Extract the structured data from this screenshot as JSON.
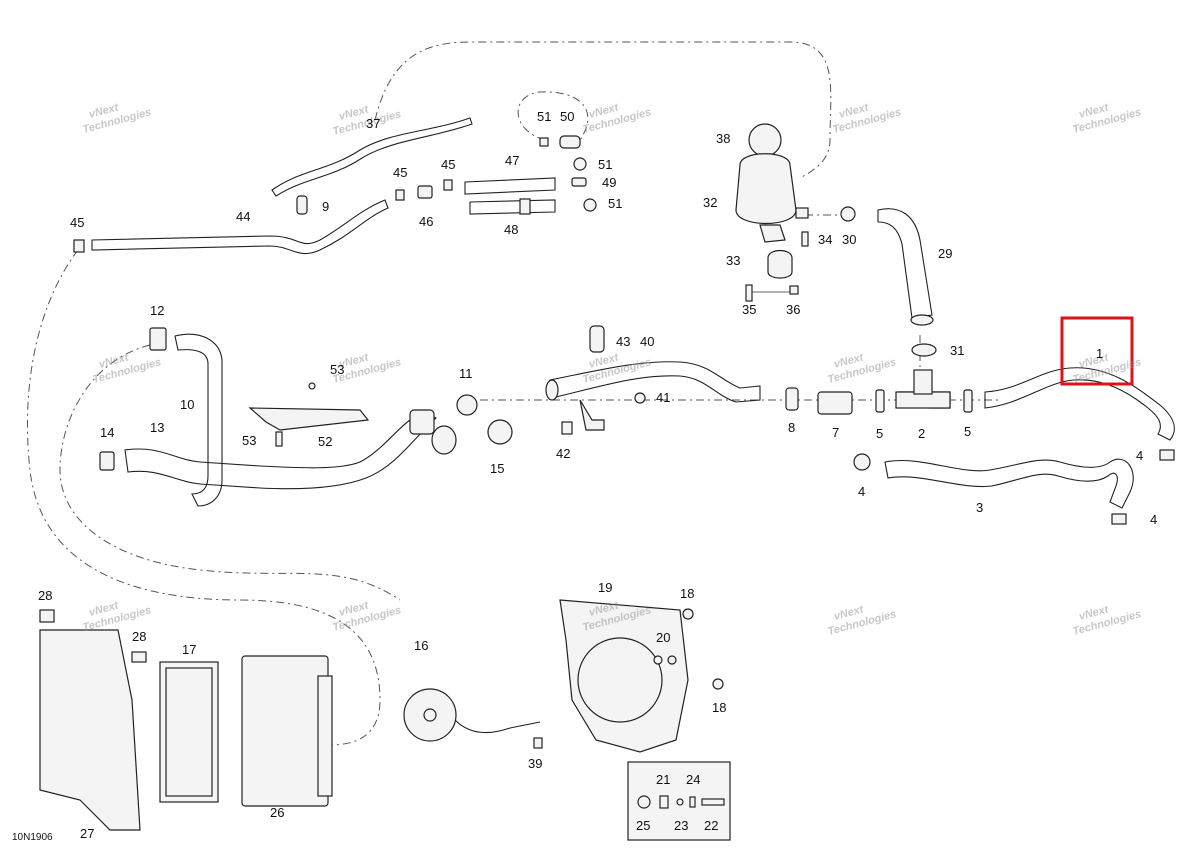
{
  "diagram_code": "10N1906",
  "watermark_line1": "vNext",
  "watermark_line2": "Technologies",
  "highlight_color": "#e0101a",
  "parts": {
    "p1": "1",
    "p2": "2",
    "p3": "3",
    "p4": "4",
    "p5": "5",
    "p7": "7",
    "p8": "8",
    "p9": "9",
    "p10": "10",
    "p11": "11",
    "p12": "12",
    "p13": "13",
    "p14": "14",
    "p15": "15",
    "p16": "16",
    "p17": "17",
    "p18": "18",
    "p19": "19",
    "p20": "20",
    "p21": "21",
    "p22": "22",
    "p23": "23",
    "p24": "24",
    "p25": "25",
    "p26": "26",
    "p27": "27",
    "p28": "28",
    "p29": "29",
    "p30": "30",
    "p31": "31",
    "p32": "32",
    "p33": "33",
    "p34": "34",
    "p35": "35",
    "p36": "36",
    "p37": "37",
    "p38": "38",
    "p39": "39",
    "p40": "40",
    "p41": "41",
    "p42": "42",
    "p43": "43",
    "p44": "44",
    "p45": "45",
    "p46": "46",
    "p47": "47",
    "p48": "48",
    "p49": "49",
    "p50": "50",
    "p51": "51",
    "p52": "52",
    "p53": "53"
  }
}
